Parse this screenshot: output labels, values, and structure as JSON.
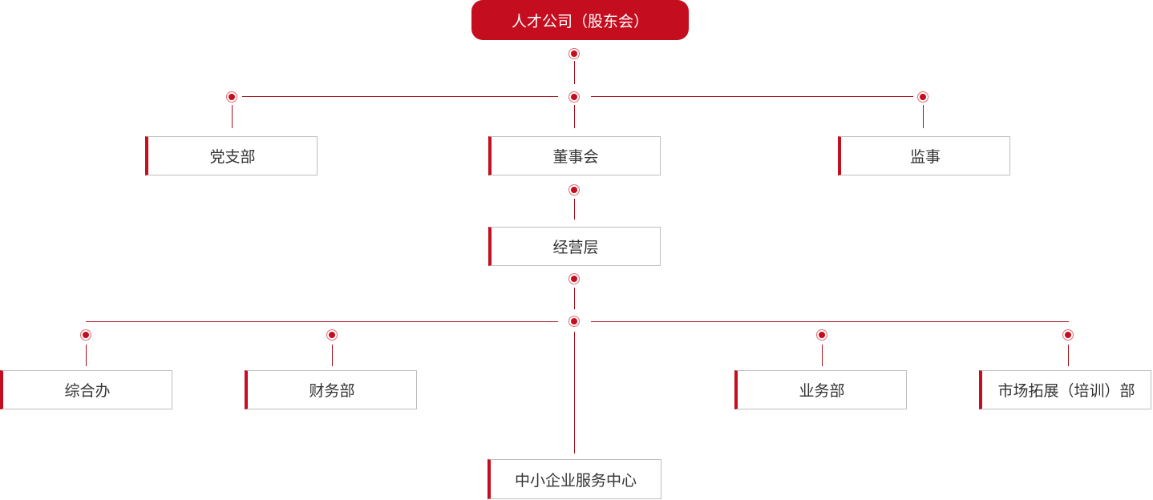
{
  "diagram": {
    "root": {
      "label": "人才公司（股东会）"
    },
    "level1": [
      {
        "label": "党支部"
      },
      {
        "label": "董事会"
      },
      {
        "label": "监事"
      }
    ],
    "level2": {
      "label": "经营层"
    },
    "departments": [
      {
        "label": "综合办"
      },
      {
        "label": "财务部"
      },
      {
        "label": "业务部"
      },
      {
        "label": "市场拓展（培训）部"
      }
    ],
    "center": {
      "label": "中小企业服务中心"
    }
  },
  "colors": {
    "accent": "#c40d1e",
    "line": "#a5111b",
    "node_border": "#bdbdbd",
    "text": "#333333",
    "root_text": "#ffffff"
  }
}
